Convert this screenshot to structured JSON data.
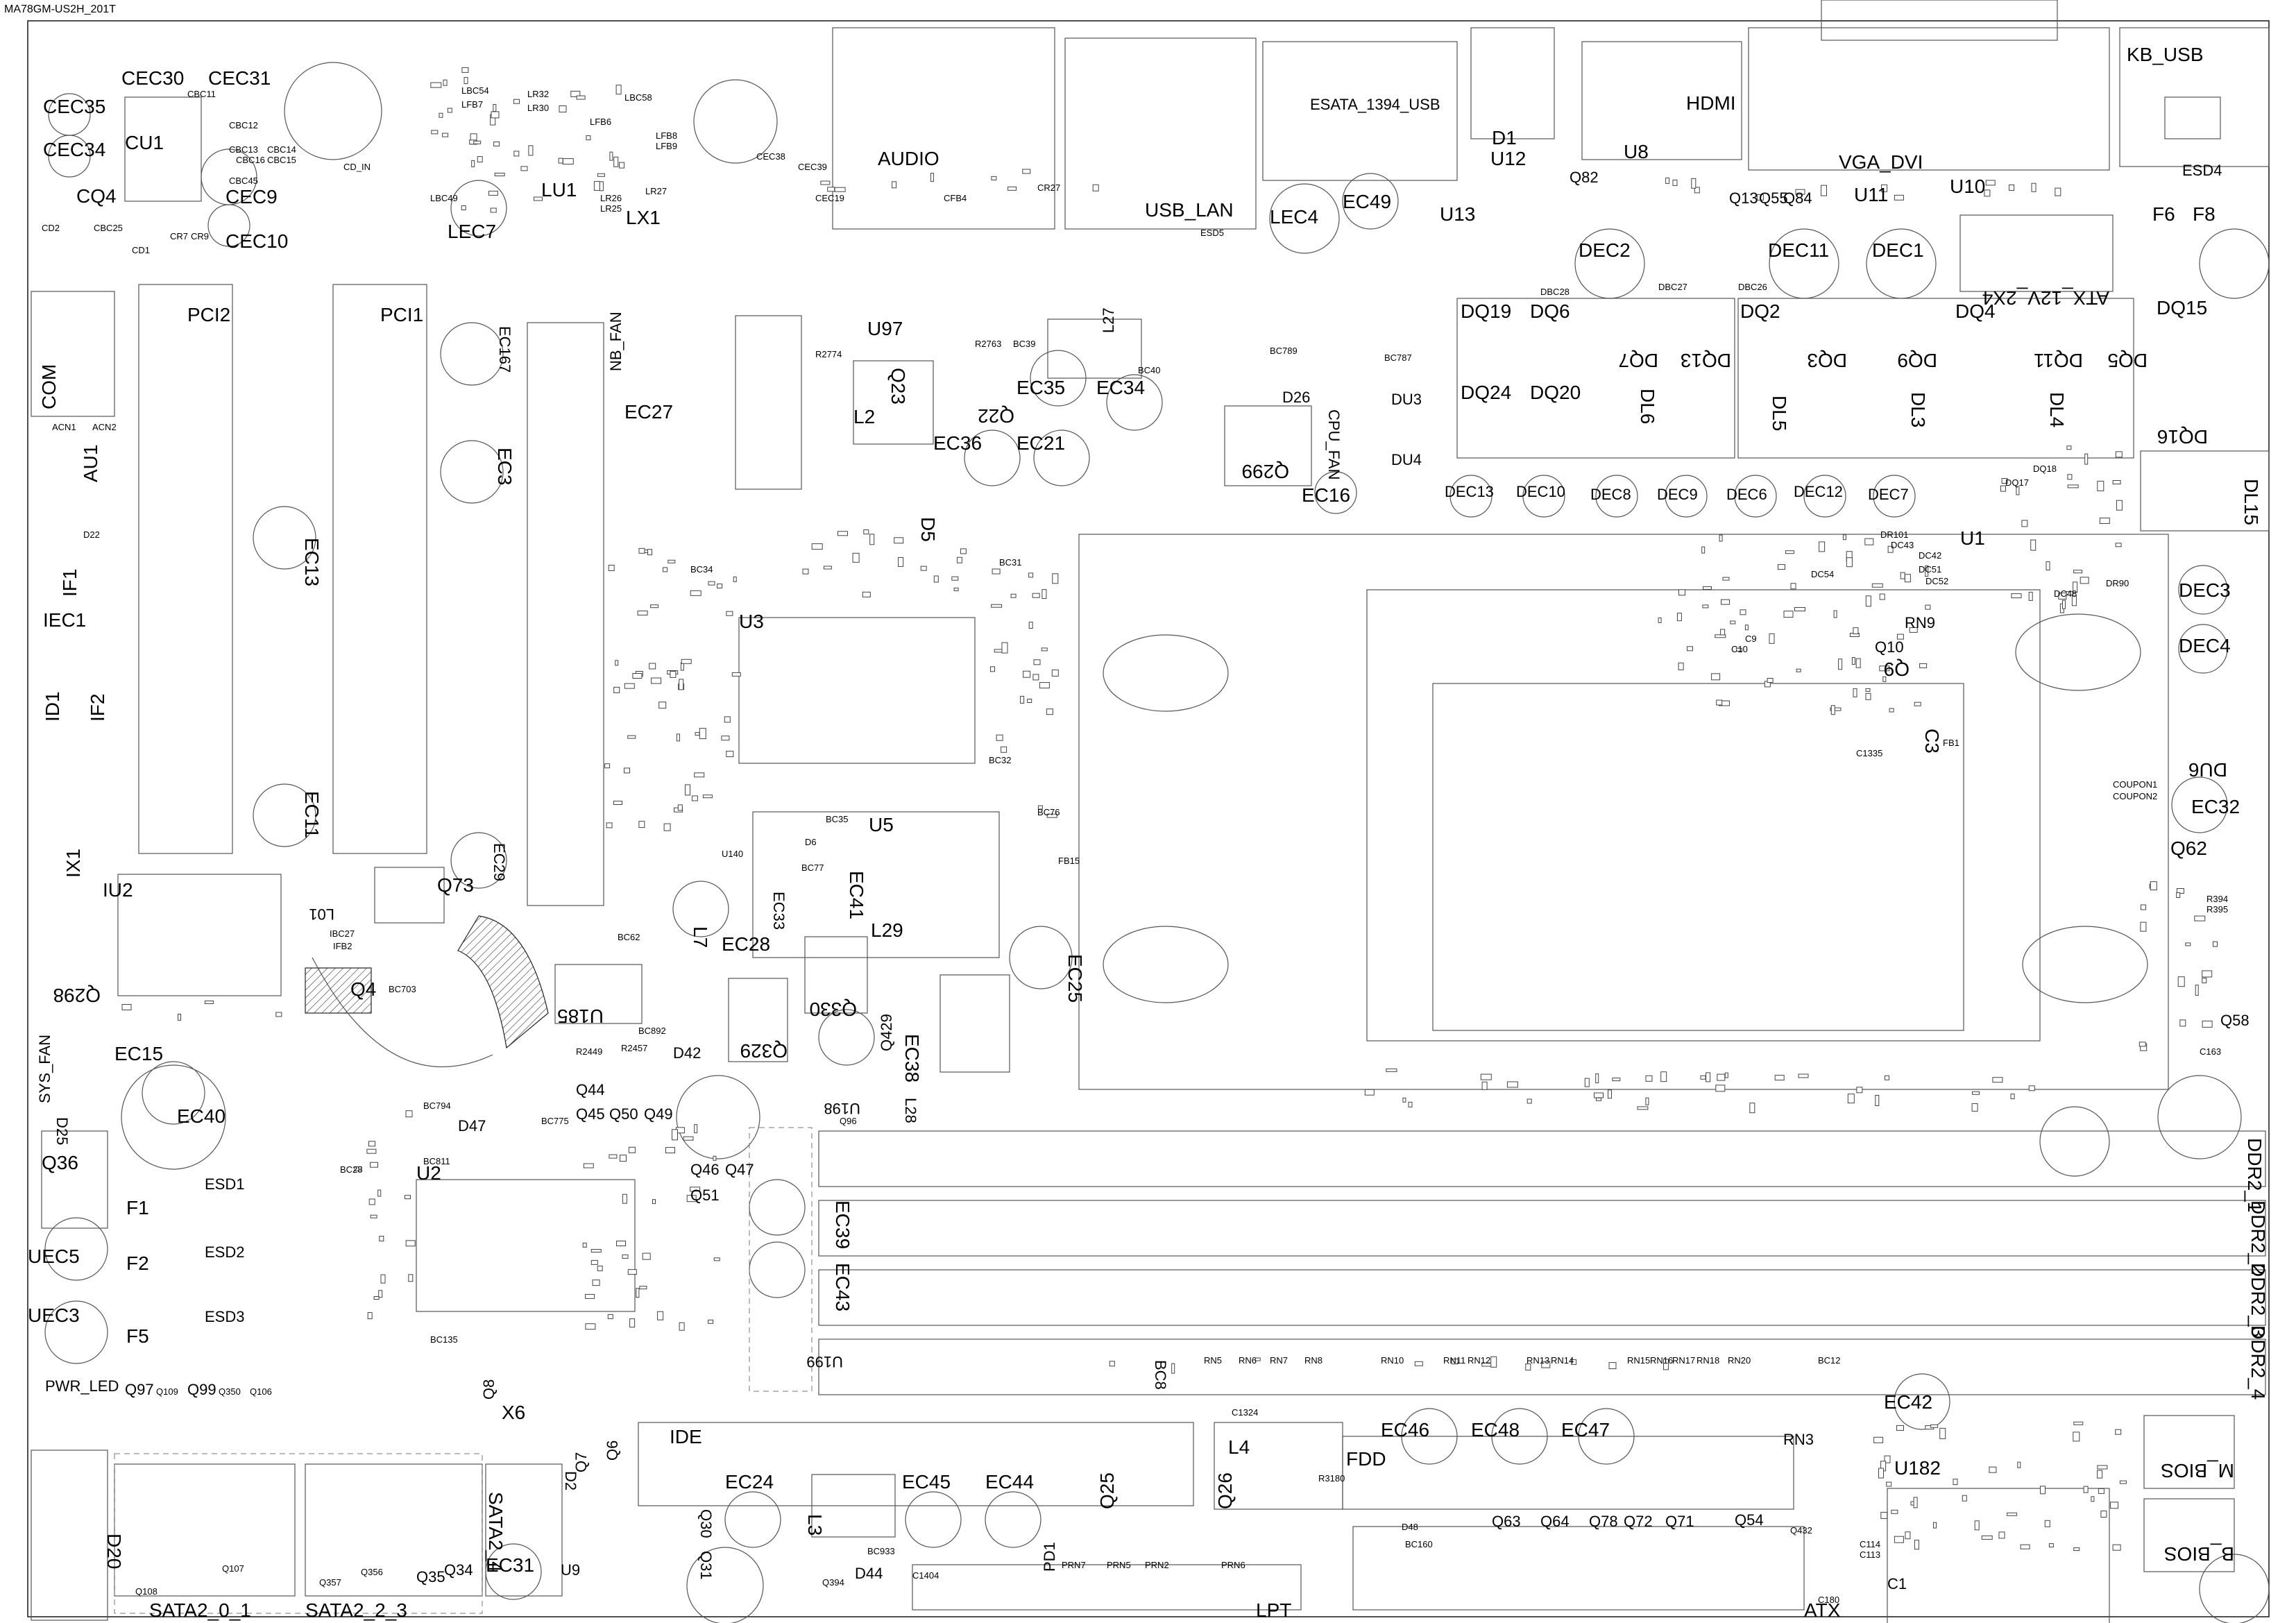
{
  "board_title": "MA78GM-US2H_201T",
  "labels_large": [
    "CEC30",
    "CEC31",
    "CEC35",
    "CEC34",
    "CU1",
    "CQ4",
    "CEC9",
    "CEC10",
    "LEC7",
    "LU1",
    "LX1",
    "AUDIO",
    "ESATA_1394_USB",
    "HDMI",
    "KB_USB",
    "VGA_DVI",
    "USB_LAN",
    "LEC4",
    "EC49",
    "U13",
    "D1",
    "U12",
    "U8",
    "Q82",
    "U11",
    "U10",
    "F6",
    "F8",
    "PCI2",
    "PCI1",
    "COM",
    "AU1",
    "EC13",
    "IF1",
    "IEC1",
    "ID1",
    "IF2",
    "EC11",
    "IX1",
    "IU2",
    "Q298",
    "SYS_FAN",
    "EC15",
    "EC40",
    "Q36",
    "F1",
    "UEC5",
    "F2",
    "UEC3",
    "F5",
    "ESD1",
    "ESD2",
    "ESD3",
    "ESD4",
    "EC167",
    "EC3",
    "NB_FAN",
    "EC27",
    "U97",
    "Q23",
    "L2",
    "Q22",
    "EC35",
    "EC34",
    "EC36",
    "EC21",
    "L27",
    "Q299",
    "EC16",
    "CPU_FAN",
    "DU3",
    "DU4",
    "D26",
    "DEC2",
    "DEC11",
    "DEC1",
    "DQ19",
    "DQ6",
    "DQ2",
    "DQ4",
    "DQ15",
    "DQ24",
    "DQ20",
    "DL6",
    "DQ7",
    "DQ13",
    "DL5",
    "DQ3",
    "DQ9",
    "DL3",
    "DQ11",
    "DL4",
    "DQ5",
    "DQ16",
    "DL15",
    "DEC13",
    "DEC10",
    "DEC8",
    "DEC9",
    "DEC6",
    "DEC12",
    "DEC7",
    "U1",
    "DEC3",
    "DEC4",
    "Q10",
    "Q9",
    "C3",
    "DU6",
    "EC32",
    "Q62",
    "Q58",
    "U3",
    "D5",
    "U5",
    "EC33",
    "EC41",
    "L29",
    "EC28",
    "L7",
    "EC25",
    "Q330",
    "Q329",
    "EC38",
    "Q429",
    "U185",
    "D42",
    "Q73",
    "Q4",
    "L01",
    "EC29",
    "U198",
    "L28",
    "Q44",
    "Q45",
    "Q50",
    "Q49",
    "D47",
    "U2",
    "Q46",
    "Q47",
    "Q51",
    "EC39",
    "EC43",
    "U199",
    "Q8",
    "X6",
    "IDE",
    "L4",
    "FDD",
    "EC46",
    "EC48",
    "EC47",
    "EC42",
    "RN3",
    "U182",
    "M_BIOS",
    "B_BIOS",
    "DDR2_1",
    "DDR2_2",
    "DDR2_3",
    "DDR2_4",
    "PWR_LED",
    "SATA2_4",
    "D2",
    "Q30",
    "Q31",
    "EC24",
    "L3",
    "EC45",
    "EC44",
    "Q25",
    "Q26",
    "EC31",
    "U9",
    "D20",
    "SATA2_0_1",
    "SATA2_2_3",
    "Q34",
    "Q35",
    "D44",
    "PD1",
    "LPT",
    "ATX",
    "ATX_12V_2X4",
    "Q7",
    "Q6",
    "BC8",
    "D25",
    "Q97",
    "Q99"
  ],
  "labels_small": [
    "CBC12",
    "CBC13",
    "CBC45",
    "CBC16",
    "CBC15",
    "CBC14",
    "CBC11",
    "CD2",
    "CBC25",
    "CD1",
    "CR7",
    "CR9",
    "CD_IN",
    "LBC58",
    "LBC54",
    "LFB7",
    "LR32",
    "LR30",
    "LFB6",
    "LFB8",
    "LFB9",
    "LBC49",
    "LR26",
    "LR25",
    "CEC38",
    "CEC39",
    "CEC19",
    "CFB4",
    "CR27",
    "LR27",
    "ESD5",
    "R2774",
    "R2763",
    "BC39",
    "BC40",
    "BC787",
    "BC789",
    "DBC28",
    "DBC27",
    "DBC26",
    "DQ17",
    "DQ18",
    "DR101",
    "DC54",
    "DC43",
    "DC42",
    "DC51",
    "DC52",
    "DC48",
    "DR90",
    "RN9",
    "C10",
    "C9",
    "C1335",
    "FB1",
    "BC31",
    "BC32",
    "BC34",
    "BC35",
    "U140",
    "D6",
    "BC76",
    "BC77",
    "IBC27",
    "IFB2",
    "BC703",
    "BC794",
    "BC775",
    "BC892",
    "R2449",
    "R2457",
    "BC62",
    "BC28",
    "BC811",
    "BC135",
    "RN5",
    "RN6",
    "RN7",
    "RN8",
    "RN10",
    "RN11",
    "RN12",
    "RN13",
    "RN14",
    "RN15",
    "RN16",
    "RN17",
    "RN18",
    "RN20",
    "BC12",
    "C1324",
    "R3180",
    "Q63",
    "Q64",
    "Q78",
    "Q72",
    "Q71",
    "Q54",
    "Q432",
    "BC160",
    "C180",
    "C113",
    "C114",
    "D48",
    "C1404",
    "PRN7",
    "PRN5",
    "PRN2",
    "PRN6",
    "BC933",
    "Q394",
    "Q356",
    "Q357",
    "Q350",
    "Q106",
    "Q107",
    "Q108",
    "Q109",
    "ACN1",
    "ACN2",
    "D22",
    "COUPON1",
    "COUPON2",
    "R394",
    "R395",
    "C163",
    "Q96",
    "Q55",
    "Q84",
    "Q13",
    "FB15",
    "C1"
  ]
}
